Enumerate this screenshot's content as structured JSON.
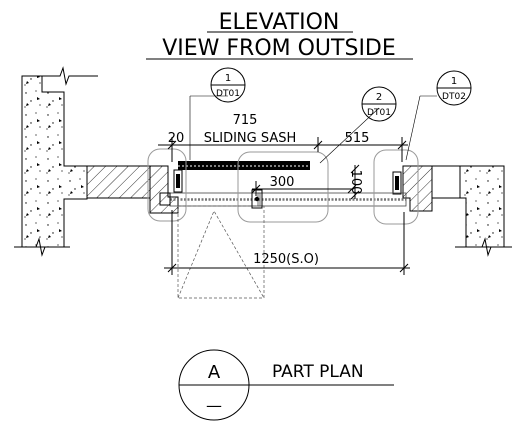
{
  "title": {
    "line1": "ELEVATION",
    "line2": "VIEW FROM OUTSIDE"
  },
  "callouts": [
    {
      "number": "1",
      "sheet": "DT01"
    },
    {
      "number": "2",
      "sheet": "DT01"
    },
    {
      "number": "1",
      "sheet": "DT02"
    }
  ],
  "dimensions": {
    "sash_width": "715",
    "sash_label": "SLIDING SASH",
    "left_offset": "20",
    "right_width": "515",
    "overlap": "300",
    "depth": "100",
    "opening": "1250(S.O)"
  },
  "plan_label": {
    "letter": "A",
    "dash": "—",
    "text": "PART PLAN"
  }
}
